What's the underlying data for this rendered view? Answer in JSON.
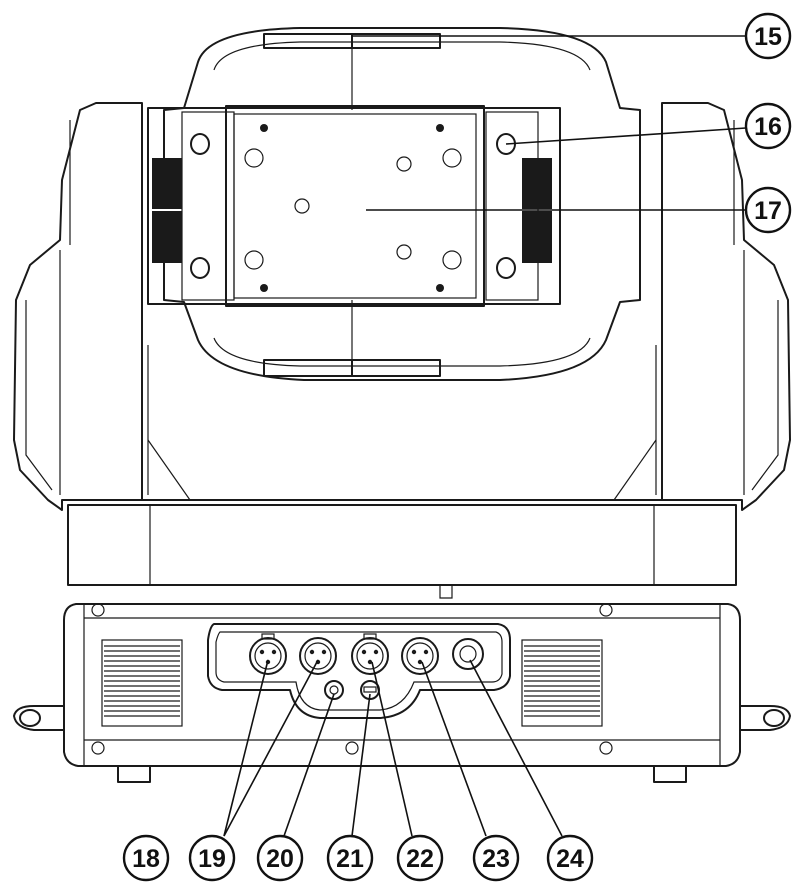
{
  "callouts": [
    {
      "id": "15",
      "label": "15"
    },
    {
      "id": "16",
      "label": "16"
    },
    {
      "id": "17",
      "label": "17"
    },
    {
      "id": "18",
      "label": "18"
    },
    {
      "id": "19",
      "label": "19"
    },
    {
      "id": "20",
      "label": "20"
    },
    {
      "id": "21",
      "label": "21"
    },
    {
      "id": "22",
      "label": "22"
    },
    {
      "id": "23",
      "label": "23"
    },
    {
      "id": "24",
      "label": "24"
    }
  ],
  "colors": {
    "line": "#1a1a1a",
    "background": "#ffffff"
  }
}
